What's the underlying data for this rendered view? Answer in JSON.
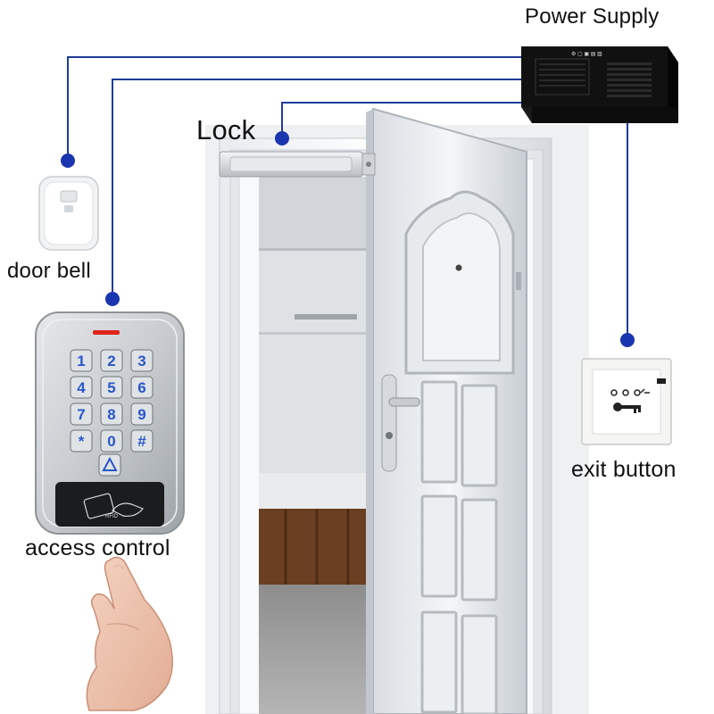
{
  "labels": {
    "power_supply": "Power Supply",
    "lock": "Lock",
    "door_bell": "door bell",
    "access_control": "access control",
    "exit_button": "exit button"
  },
  "keypad": {
    "keys": [
      "1",
      "2",
      "3",
      "4",
      "5",
      "6",
      "7",
      "8",
      "9",
      "*",
      "0",
      "#"
    ],
    "bell_key": "bell-icon"
  },
  "rfid_text": "RFID",
  "exit_button_symbols": [
    "switch-symbol-icon",
    "key-icon"
  ],
  "colors": {
    "wire": "#1f3d9a",
    "node": "#1a35b0",
    "key_digit": "#2a56c8",
    "indicator": "#e0231b",
    "power_box": "#111111"
  }
}
